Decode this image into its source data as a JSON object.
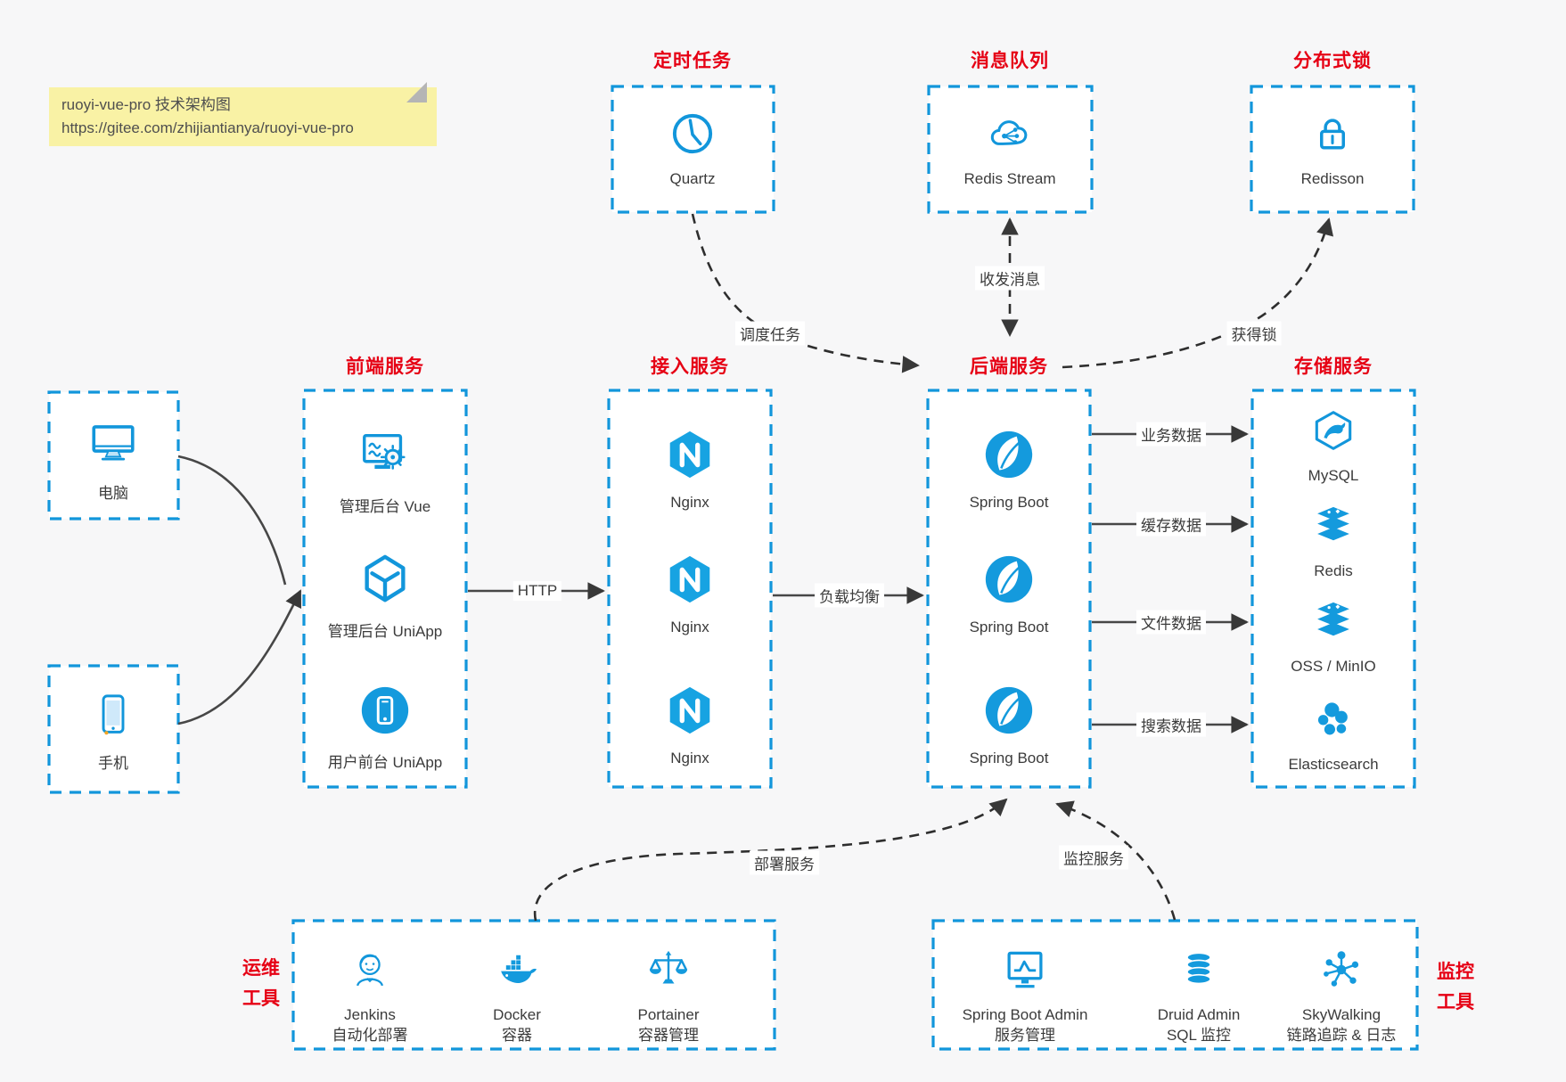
{
  "note": {
    "line1": "ruoyi-vue-pro 技术架构图",
    "line2": "https://gitee.com/zhijiantianya/ruoyi-vue-pro"
  },
  "colors": {
    "accent_blue": "#1296db",
    "icon_fill_blue": "#149add",
    "title_red": "#e60014",
    "sticky_yellow": "#f9f2a5",
    "arrow_dark": "#3c3c3c",
    "background": "#f7f7f8"
  },
  "clients": {
    "pc": "电脑",
    "mobile": "手机"
  },
  "top_services": {
    "scheduler": {
      "title": "定时任务",
      "item": "Quartz"
    },
    "mq": {
      "title": "消息队列",
      "item": "Redis Stream"
    },
    "lock": {
      "title": "分布式锁",
      "item": "Redisson"
    }
  },
  "columns": {
    "frontend": {
      "title": "前端服务",
      "items": [
        "管理后台 Vue",
        "管理后台 UniApp",
        "用户前台 UniApp"
      ]
    },
    "gateway": {
      "title": "接入服务",
      "items": [
        "Nginx",
        "Nginx",
        "Nginx"
      ]
    },
    "backend": {
      "title": "后端服务",
      "items": [
        "Spring Boot",
        "Spring Boot",
        "Spring Boot"
      ]
    },
    "storage": {
      "title": "存储服务",
      "items": [
        "MySQL",
        "Redis",
        "OSS / MinIO",
        "Elasticsearch"
      ]
    }
  },
  "edges": {
    "http": "HTTP",
    "load_balance": "负载均衡",
    "schedule": "调度任务",
    "message": "收发消息",
    "acquire_lock": "获得锁",
    "business_data": "业务数据",
    "cache_data": "缓存数据",
    "file_data": "文件数据",
    "search_data": "搜索数据",
    "deploy": "部署服务",
    "monitor": "监控服务"
  },
  "ops_tools": {
    "title": [
      "运维",
      "工具"
    ],
    "items": [
      {
        "name": "Jenkins",
        "desc": "自动化部署"
      },
      {
        "name": "Docker",
        "desc": "容器"
      },
      {
        "name": "Portainer",
        "desc": "容器管理"
      }
    ]
  },
  "monitor_tools": {
    "title": [
      "监控",
      "工具"
    ],
    "items": [
      {
        "name": "Spring Boot Admin",
        "desc": "服务管理"
      },
      {
        "name": "Druid Admin",
        "desc": "SQL 监控"
      },
      {
        "name": "SkyWalking",
        "desc": "链路追踪 & 日志"
      }
    ]
  }
}
